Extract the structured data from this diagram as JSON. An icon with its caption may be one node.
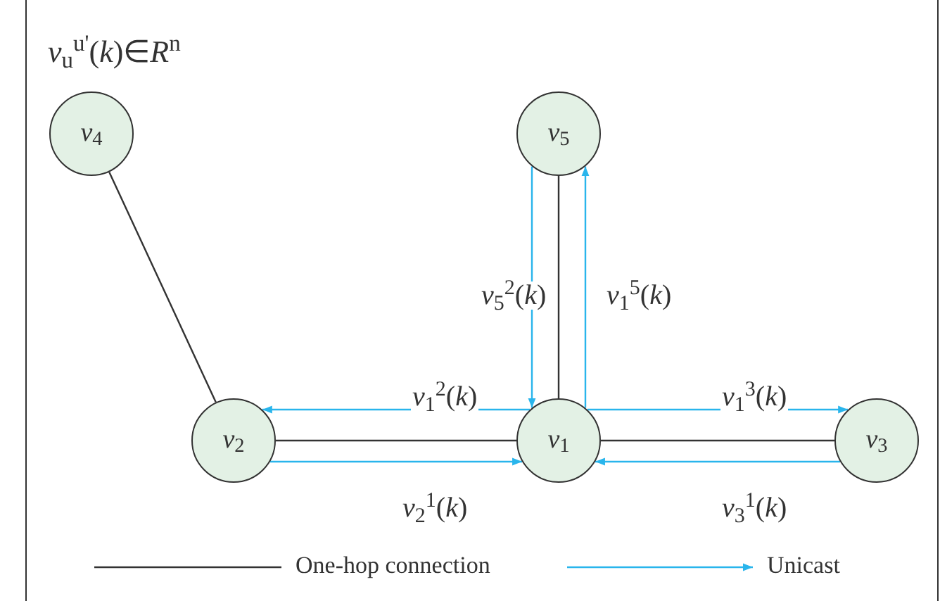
{
  "diagram": {
    "nodes": [
      {
        "text": [
          "*v*$_{4}$"
        ]
      },
      {
        "text": [
          "*v*$_{5}$"
        ]
      },
      {
        "text": [
          "*v*$_{2}$"
        ]
      },
      {
        "text": [
          "*v*$_{1}$"
        ]
      },
      {
        "text": [
          "*v*$_{3}$"
        ]
      }
    ],
    "edges": [
      {
        "from": 0,
        "to": 2,
        "arrow": "none",
        "color": "#333333"
      },
      {
        "from": 1,
        "to": 3,
        "arrow": "none",
        "color": "#333333"
      },
      {
        "from": 2,
        "to": 3,
        "arrow": "none",
        "color": "#333333"
      },
      {
        "from": 3,
        "to": 4,
        "arrow": "none",
        "color": "#333333"
      },
      {
        "from": 3,
        "to": 2,
        "arrow": "to",
        "label": "*v*$_{1}$$^{2}$(*k*)"
      },
      {
        "from": 2,
        "to": 3,
        "arrow": "to",
        "label": "*v*$_{2}$$^{1}$(*k*)"
      },
      {
        "from": 1,
        "to": 3,
        "arrow": "to",
        "label": "*v*$_{5}$$^{2}$(*k*)"
      },
      {
        "from": 3,
        "to": 1,
        "arrow": "to",
        "label": "*v*$_{1}$$^{5}$(*k*)"
      },
      {
        "from": 3,
        "to": 4,
        "arrow": "to",
        "label": "*v*$_{1}$$^{3}$(*k*)"
      },
      {
        "from": 4,
        "to": 3,
        "arrow": "to",
        "label": "*v*$_{3}$$^{1}$(*k*)"
      }
    ],
    "labels": [
      "*v*$_{u}$$^{u'}$(*k*)∈*R*$^{n}$"
    ],
    "legend": [
      {
        "text": "One-hop connection"
      },
      {
        "text": "Unicast"
      }
    ]
  }
}
